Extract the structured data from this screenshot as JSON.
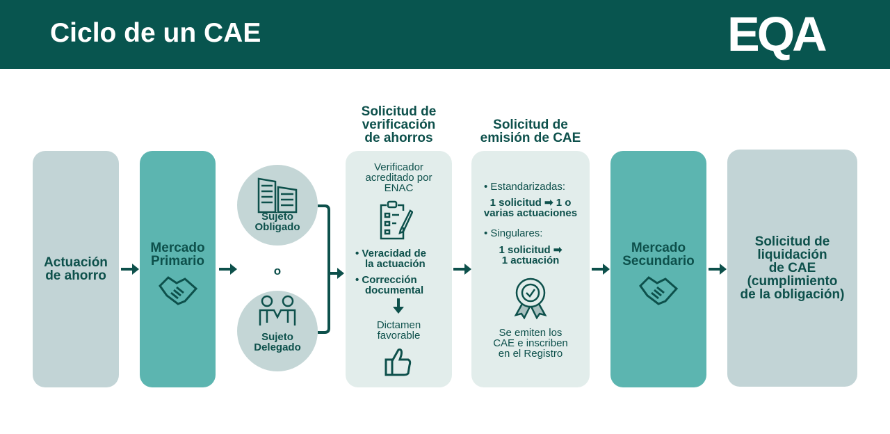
{
  "header": {
    "title": "Ciclo de un CAE",
    "logo": "EQA"
  },
  "steps": {
    "actuacion": [
      "Actuación",
      "de ahorro"
    ],
    "primario": [
      "Mercado",
      "Primario"
    ],
    "obligado": [
      "Sujeto",
      "Obligado"
    ],
    "or": "o",
    "delegado": [
      "Sujeto",
      "Delegado"
    ],
    "verificacion": {
      "title": [
        "Solicitud de",
        "verificación",
        "de ahorros"
      ],
      "verifier": [
        "Verificador",
        "acreditado por",
        "ENAC"
      ],
      "bullets": [
        [
          "Veracidad de",
          "la actuación"
        ],
        [
          "Corrección",
          "documental"
        ]
      ],
      "result": [
        "Dictamen",
        "favorable"
      ]
    },
    "emision": {
      "title": [
        "Solicitud de",
        "emisión de CAE"
      ],
      "std_label": "Estandarizadas:",
      "std_line1a": "1 solicitud",
      "std_line1b": "1 o",
      "std_line2": "varias actuaciones",
      "sing_label": "Singulares:",
      "sing_line1": "1 solicitud",
      "sing_line2": "1 actuación",
      "result": [
        "Se emiten los",
        "CAE e inscriben",
        "en el Registro"
      ]
    },
    "secundario": [
      "Mercado",
      "Secundario"
    ],
    "liquidacion": [
      "Solicitud de",
      "liquidación",
      "de CAE",
      "(cumplimiento",
      "de la obligación)"
    ]
  },
  "colors": {
    "dark": "#08554f",
    "teal": "#5cb5b0",
    "gray": "#c2d4d6",
    "pale": "#e2edeb"
  }
}
